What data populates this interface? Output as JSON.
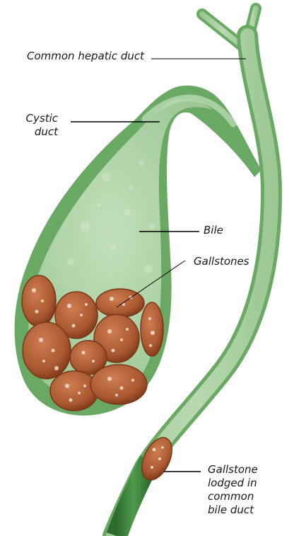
{
  "labels": {
    "common_hepatic_duct": "Common hepatic duct",
    "cystic_duct": "Cystic\nduct",
    "bile": "Bile",
    "gallstones": "Gallstones",
    "lodged_stone": "Gallstone\nlodged in\ncommon\nbile duct"
  },
  "colors": {
    "wall": "#6aa964",
    "wall_dark": "#4f8e4b",
    "bile": "#a9cf9f",
    "bile_light": "#c7e0bf",
    "stone": "#b3643c",
    "stone_dark": "#7e3b1d",
    "stone_spot": "#f1d9c6",
    "leader": "#000000"
  },
  "icons": [
    "gallbladder-illustration",
    "gallstone-cluster",
    "lodged-gallstone"
  ]
}
